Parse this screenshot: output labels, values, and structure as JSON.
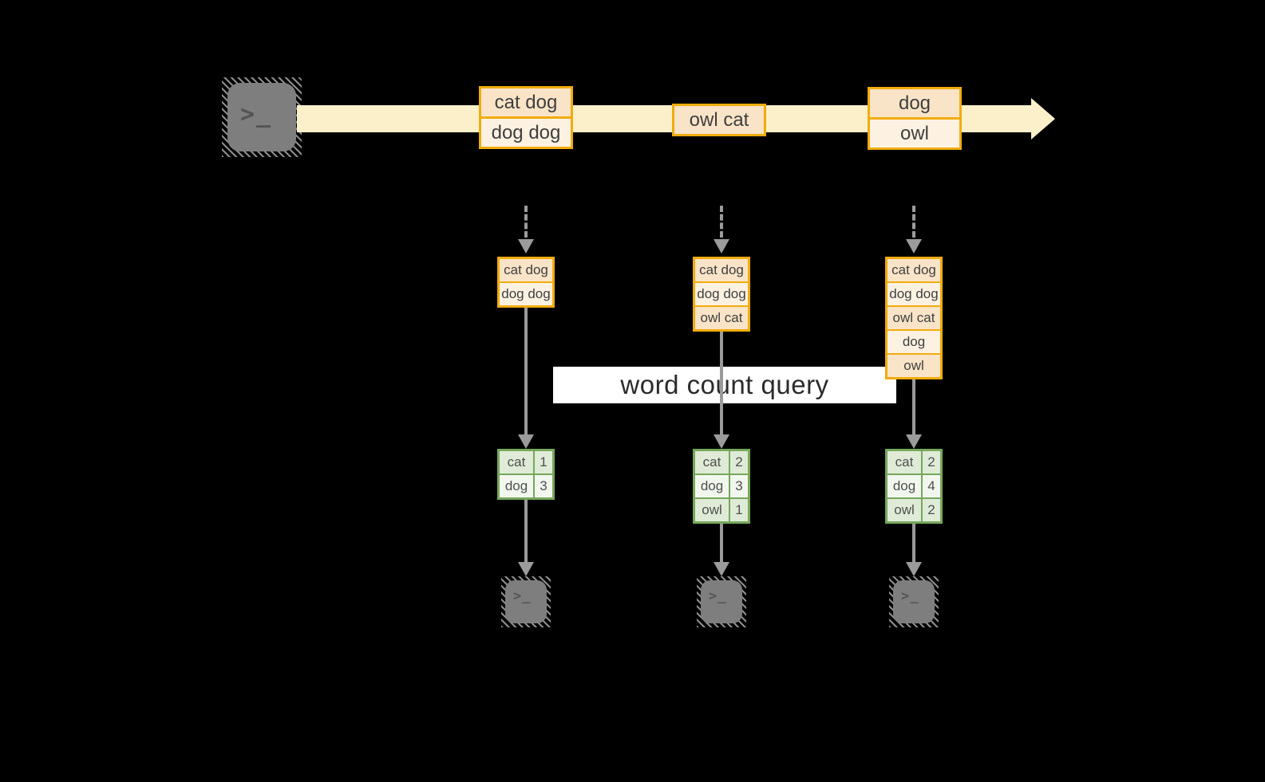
{
  "banner": {
    "label": "word count query"
  },
  "icons": {
    "source_terminal": "terminal-icon",
    "sink_terminal": "terminal-icon",
    "prompt_glyph": ">_"
  },
  "stream": {
    "messages": [
      {
        "rows": [
          "cat dog",
          "dog dog"
        ]
      },
      {
        "rows": [
          "owl cat"
        ]
      },
      {
        "rows": [
          "dog",
          "owl"
        ]
      }
    ]
  },
  "columns": [
    {
      "buffer": [
        "cat dog",
        "dog dog"
      ],
      "counts": [
        {
          "word": "cat",
          "count": "1"
        },
        {
          "word": "dog",
          "count": "3"
        }
      ]
    },
    {
      "buffer": [
        "cat dog",
        "dog dog",
        "owl cat"
      ],
      "counts": [
        {
          "word": "cat",
          "count": "2"
        },
        {
          "word": "dog",
          "count": "3"
        },
        {
          "word": "owl",
          "count": "1"
        }
      ]
    },
    {
      "buffer": [
        "cat dog",
        "dog dog",
        "owl cat",
        "dog",
        "owl"
      ],
      "counts": [
        {
          "word": "cat",
          "count": "2"
        },
        {
          "word": "dog",
          "count": "4"
        },
        {
          "word": "owl",
          "count": "2"
        }
      ]
    }
  ],
  "colors": {
    "background": "#000000",
    "amber_border": "#F1AC0C",
    "peach_fill": "#FAE4C8",
    "cream_fill": "#FDF2E2",
    "stream_band": "#FCF0CB",
    "green_border": "#76A85C",
    "green_light": "#DFEBD7",
    "green_lighter": "#F2F7EE",
    "line_gray": "#9B9B9B",
    "terminal_gray": "#7E7E7E",
    "text_dark": "#3F3F3F",
    "banner_text": "#2B2B2B"
  }
}
